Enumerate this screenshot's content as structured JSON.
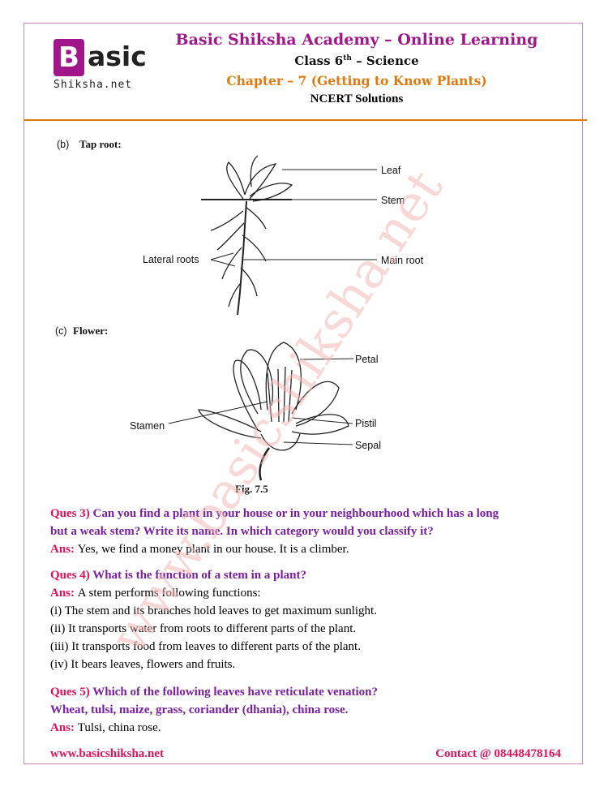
{
  "header": {
    "logo_letter": "B",
    "logo_rest": "asic",
    "logo_sub": "Shiksha.net",
    "title": "Basic Shiksha Academy – Online Learning",
    "class_label": "Class 6",
    "class_sup": "th",
    "class_subject": " – Science",
    "chapter": "Chapter – 7 (Getting to Know Plants)",
    "subtitle": "NCERT Solutions"
  },
  "figures": {
    "b_label": "(b)",
    "b_title": "Tap root:",
    "b_leaf": "Leaf",
    "b_stem": "Stem",
    "b_lateral": "Lateral roots",
    "b_main": "Main root",
    "c_label": "(c)",
    "c_title": "Flower:",
    "c_petal": "Petal",
    "c_stamen": "Stamen",
    "c_pistil": "Pistil",
    "c_sepal": "Sepal",
    "fig_caption": "Fig.  7.5"
  },
  "qa": [
    {
      "q_no": "Ques 3) ",
      "q_text": "Can you find a plant in your house or in your neighbourhood which has a long",
      "q_text2": "but a weak stem? Write its name. In which category would you classify it?",
      "ans_label": "Ans: ",
      "ans_text": "Yes, we find a money plant in our house. It is a climber."
    },
    {
      "q_no": "Ques 4) ",
      "q_text": "What is the function of a stem in a plant?",
      "ans_label": "Ans: ",
      "ans_text": "A stem performs following functions:",
      "lines": [
        "(i) The stem and its branches hold leaves to get maximum sunlight.",
        "(ii) It transports water from roots to different parts of the plant.",
        "(iii) It transports food from leaves to different parts of the plant.",
        "(iv) It bears leaves, flowers and fruits."
      ]
    },
    {
      "q_no": "Ques 5) ",
      "q_text": "Which of the following leaves have reticulate venation?",
      "q_text2": "Wheat, tulsi, maize, grass, coriander (dhania), china rose.",
      "ans_label": "Ans: ",
      "ans_text": "Tulsi, china rose."
    }
  ],
  "watermark": "www.basicshiksha.net",
  "footer": {
    "website": "www.basicshiksha.net",
    "contact": "Contact @  08448478164"
  },
  "colors": {
    "brand": "#a1168a",
    "accent": "#e07a10",
    "question": "#7a1fa2",
    "label": "#e0105a"
  }
}
